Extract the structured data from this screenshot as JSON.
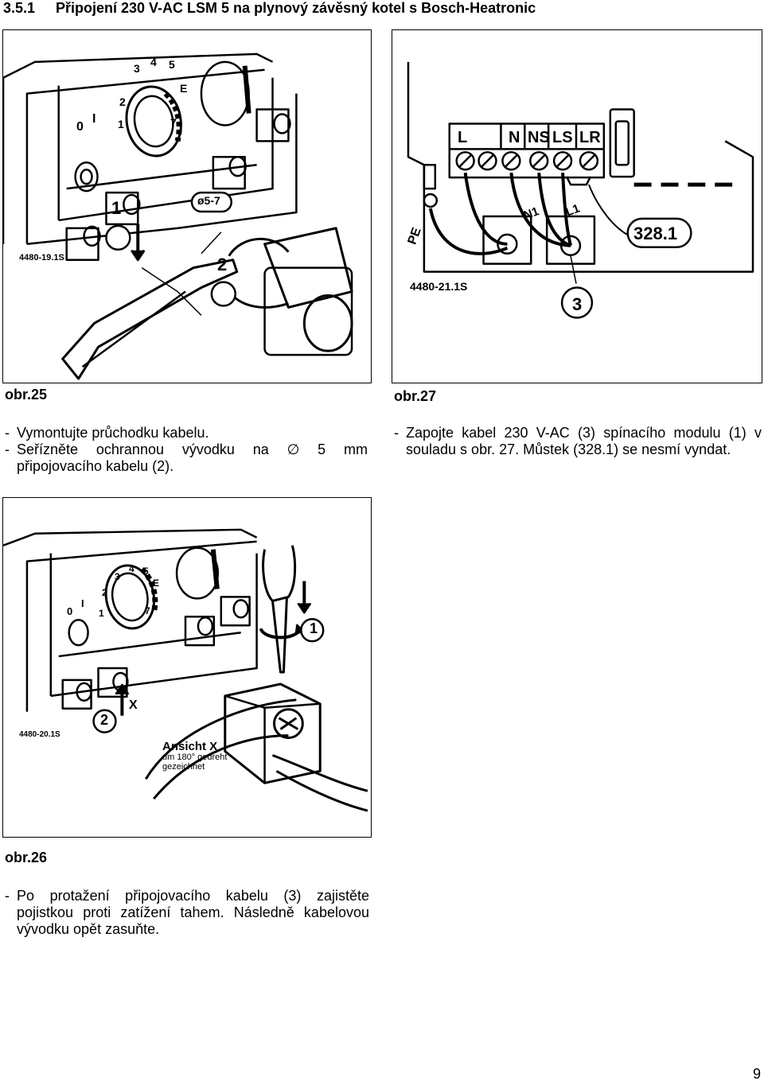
{
  "header": {
    "section": "3.5.1",
    "title": "Připojení 230 V-AC LSM 5 na plynový závěsný kotel s Bosch-Heatronic"
  },
  "figures": {
    "fig25": {
      "caption": "obr.25",
      "image_code": "4480-19.1S",
      "callouts": [
        "1",
        "2",
        "ø5-7"
      ],
      "dial_marks": [
        "0",
        "I",
        "1",
        "2",
        "3",
        "4",
        "5",
        "7",
        "E"
      ],
      "instructions": [
        "Vymontujte průchodku kabelu.",
        "Seřízněte ochrannou vývodku na ∅ 5 mm připojovacího kabelu (2)."
      ]
    },
    "fig27": {
      "caption": "obr.27",
      "image_code": "4480-21.1S",
      "terminals": [
        "L",
        "N",
        "NS",
        "LS",
        "LR"
      ],
      "wire_labels": [
        "PE",
        "N1",
        "L1"
      ],
      "bridge_label": "328.1",
      "callouts": [
        "3"
      ],
      "instructions": [
        "Zapojte kabel 230 V-AC (3) spínacího modulu (1) v souladu s obr. 27. Můstek (328.1) se nesmí vyndat."
      ]
    },
    "fig26": {
      "caption": "obr.26",
      "image_code": "4480-20.1S",
      "callouts": [
        "1",
        "2",
        "X"
      ],
      "dial_marks": [
        "0",
        "I",
        "1",
        "2",
        "3",
        "4",
        "5",
        "7",
        "E"
      ],
      "view_title": "Ansicht X",
      "view_subtitle_1": "um 180° gedreht",
      "view_subtitle_2": "gezeichnet",
      "instructions": [
        "Po protažení připojovacího kabelu (3) zajistěte pojistkou proti zatížení tahem. Následně kabelovou vývodku opět zasuňte."
      ]
    }
  },
  "footer": {
    "page_number": "9"
  }
}
